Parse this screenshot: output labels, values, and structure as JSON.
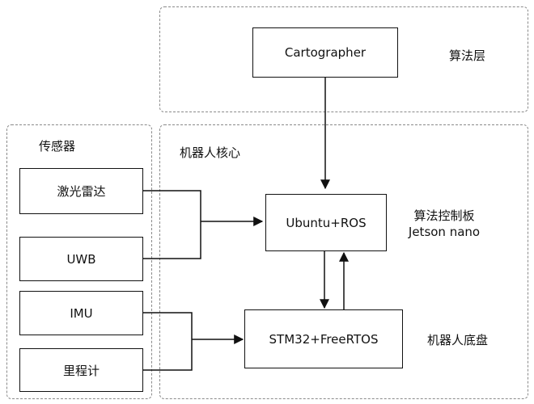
{
  "regions": {
    "algorithm_layer_label": "算法层",
    "sensors_label": "传感器",
    "robot_core_label": "机器人核心"
  },
  "nodes": {
    "cartographer": "Cartographer",
    "ubuntu_ros": "Ubuntu+ROS",
    "stm32": "STM32+FreeRTOS",
    "lidar": "激光雷达",
    "uwb": "UWB",
    "imu": "IMU",
    "odometer": "里程计"
  },
  "annotations": {
    "control_board_line1": "算法控制板",
    "control_board_line2": "Jetson nano",
    "chassis": "机器人底盘"
  }
}
